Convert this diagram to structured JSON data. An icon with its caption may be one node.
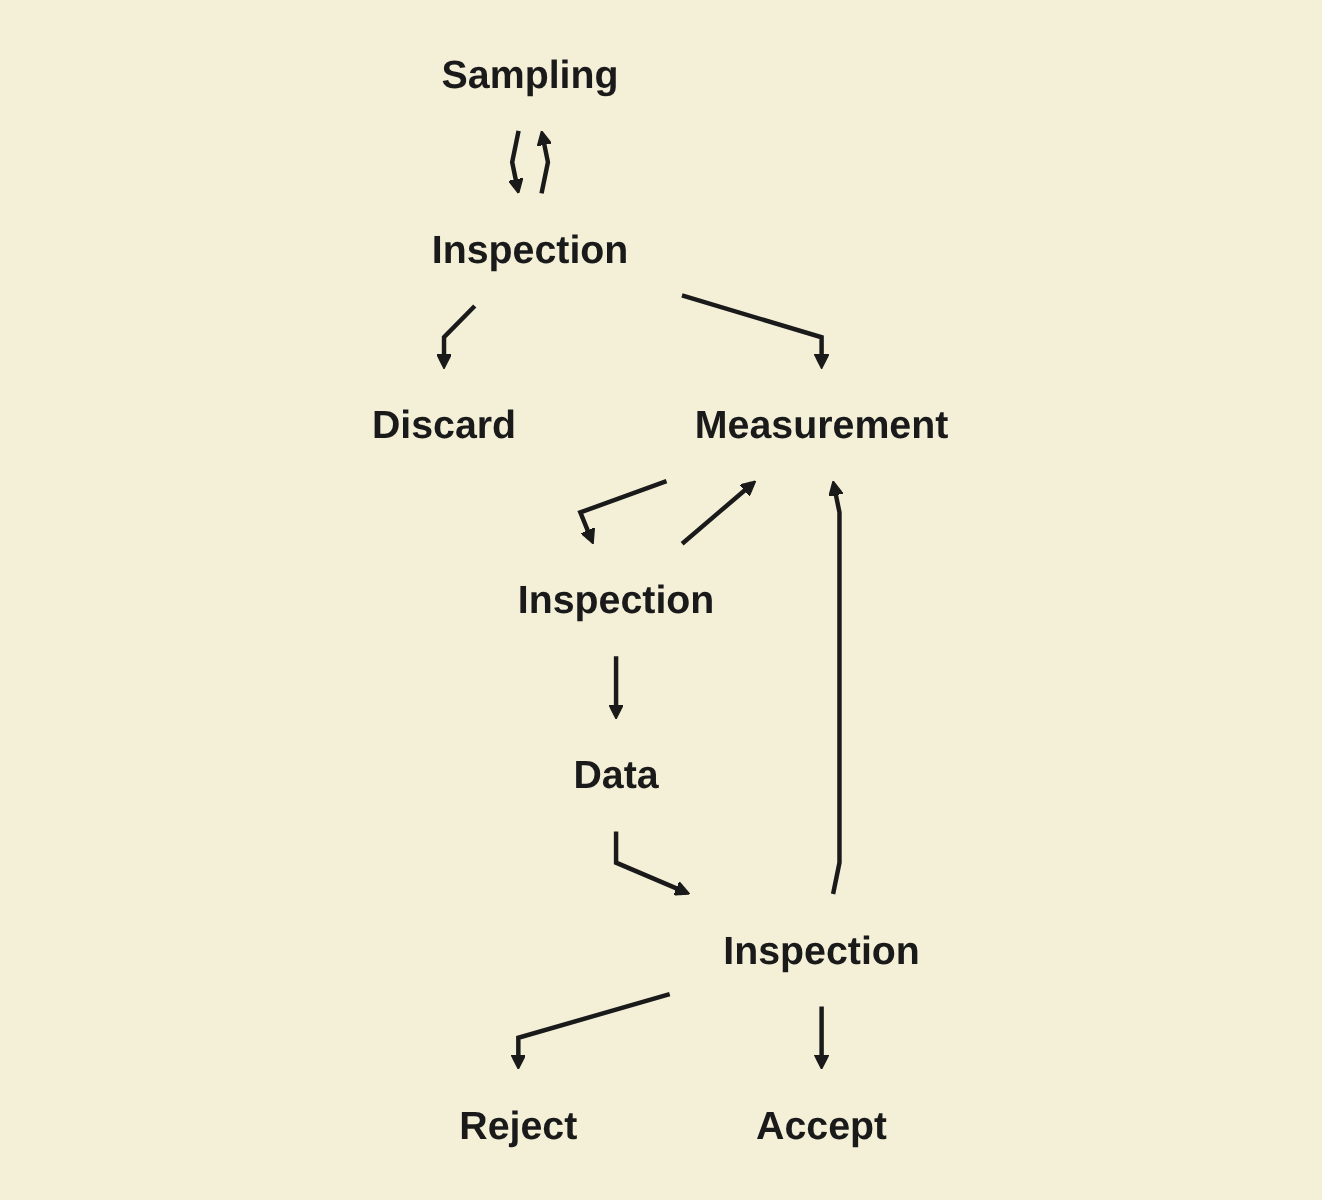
{
  "diagram": {
    "nodes": [
      {
        "text": [
          "Sampling"
        ]
      },
      {
        "text": [
          "Inspection"
        ]
      },
      {
        "text": [
          "Discard"
        ]
      },
      {
        "text": [
          "Measurement"
        ]
      },
      {
        "text": [
          "Inspection"
        ]
      },
      {
        "text": [
          "Data"
        ]
      },
      {
        "text": [
          "Inspection"
        ]
      },
      {
        "text": [
          "Reject"
        ]
      },
      {
        "text": [
          "Accept"
        ]
      }
    ],
    "edges": [
      {
        "from": 0,
        "to": 1,
        "arrow": "to"
      },
      {
        "from": 1,
        "to": 0,
        "arrow": "to"
      },
      {
        "from": 1,
        "to": 2,
        "arrow": "to"
      },
      {
        "from": 1,
        "to": 3,
        "arrow": "to"
      },
      {
        "from": 3,
        "to": 4,
        "arrow": "to"
      },
      {
        "from": 4,
        "to": 3,
        "arrow": "to"
      },
      {
        "from": 4,
        "to": 5,
        "arrow": "to"
      },
      {
        "from": 5,
        "to": 6,
        "arrow": "to"
      },
      {
        "from": 6,
        "to": 3,
        "arrow": "to"
      },
      {
        "from": 6,
        "to": 7,
        "arrow": "to"
      },
      {
        "from": 6,
        "to": 8,
        "arrow": "to"
      }
    ]
  }
}
